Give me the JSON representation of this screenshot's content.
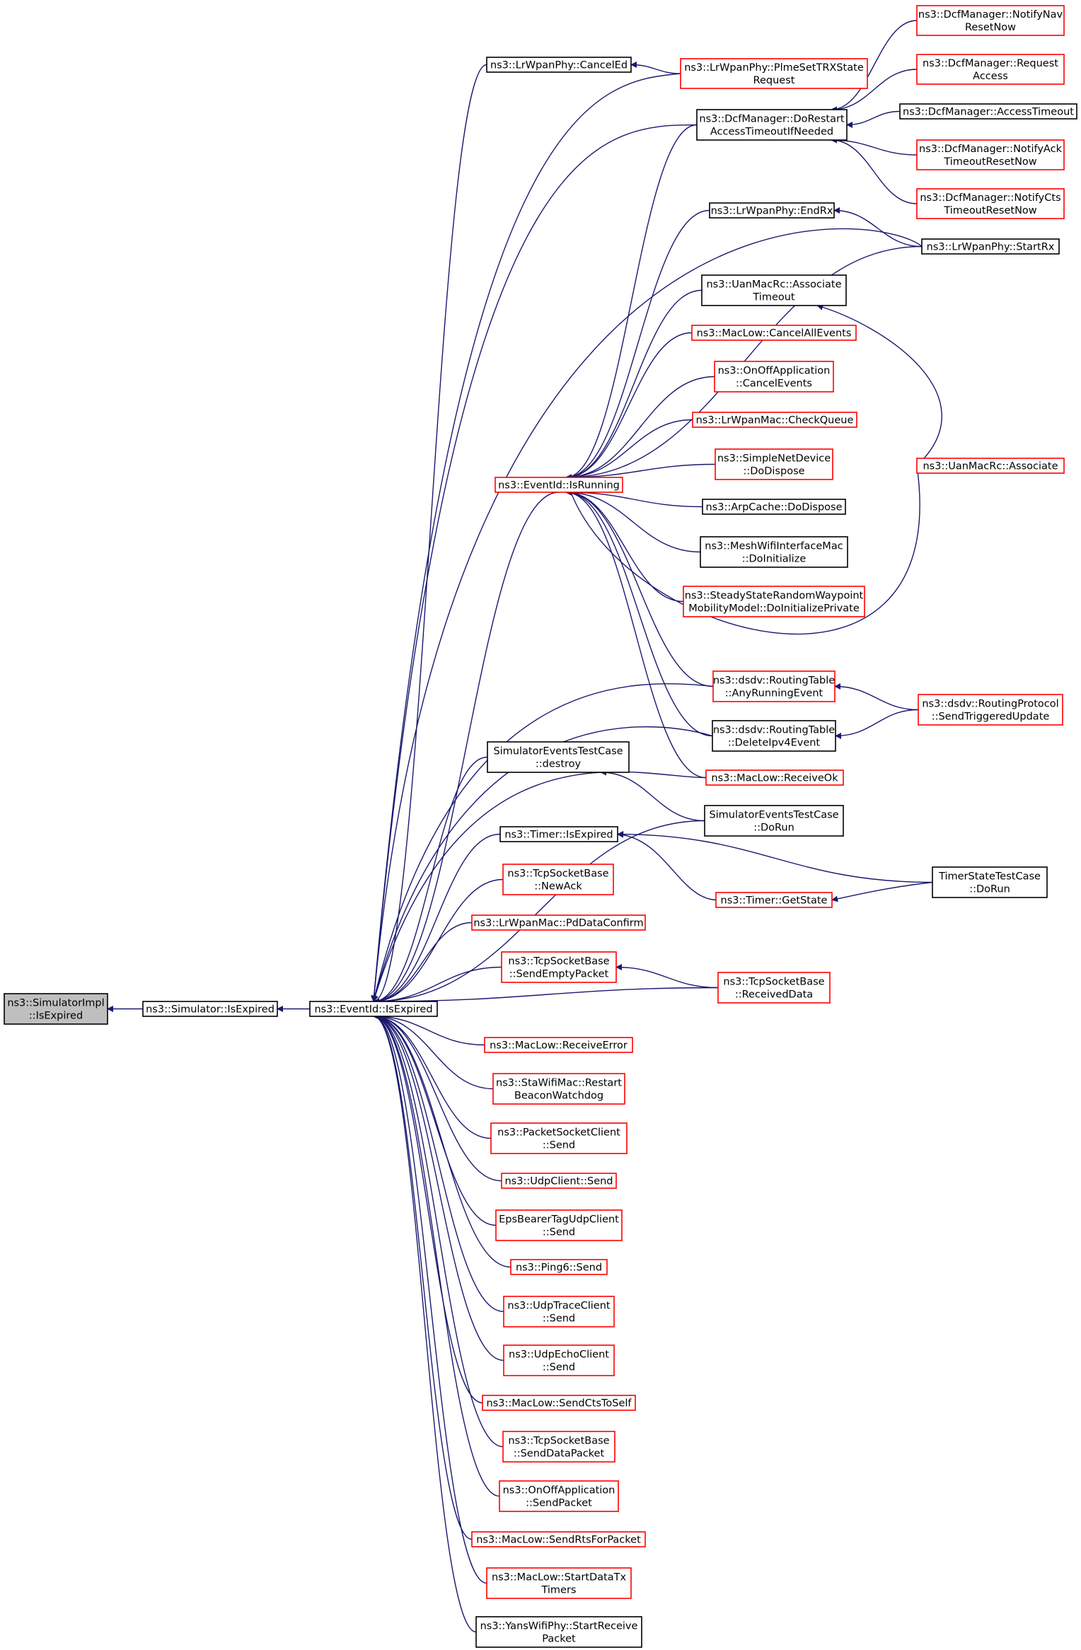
{
  "colors": {
    "edge": "#191970",
    "border_black": "#000000",
    "border_red": "#ff0000",
    "root_fill": "#bfbfbf",
    "node_fill": "#ffffff"
  },
  "nodes": [
    {
      "id": "root",
      "lines": [
        "ns3::SimulatorImpl",
        "::IsExpired"
      ],
      "style": "root"
    },
    {
      "id": "sim_isexpired",
      "lines": [
        "ns3::Simulator::IsExpired"
      ],
      "style": "black"
    },
    {
      "id": "eventid_isexpired",
      "lines": [
        "ns3::EventId::IsExpired"
      ],
      "style": "black"
    },
    {
      "id": "eventid_isrunning",
      "lines": [
        "ns3::EventId::IsRunning"
      ],
      "style": "red"
    },
    {
      "id": "lrwpan_canceled",
      "lines": [
        "ns3::LrWpanPhy::CancelEd"
      ],
      "style": "black"
    },
    {
      "id": "lrwpan_plmeset",
      "lines": [
        "ns3::LrWpanPhy::PlmeSetTRXState",
        "Request"
      ],
      "style": "red"
    },
    {
      "id": "dcf_dorestart",
      "lines": [
        "ns3::DcfManager::DoRestart",
        "AccessTimeoutIfNeeded"
      ],
      "style": "black"
    },
    {
      "id": "dcf_notifynav",
      "lines": [
        "ns3::DcfManager::NotifyNav",
        "ResetNow"
      ],
      "style": "red"
    },
    {
      "id": "dcf_request",
      "lines": [
        "ns3::DcfManager::Request",
        "Access"
      ],
      "style": "red"
    },
    {
      "id": "dcf_accesstimeout",
      "lines": [
        "ns3::DcfManager::AccessTimeout"
      ],
      "style": "black"
    },
    {
      "id": "dcf_notifyack",
      "lines": [
        "ns3::DcfManager::NotifyAck",
        "TimeoutResetNow"
      ],
      "style": "red"
    },
    {
      "id": "dcf_notifycts",
      "lines": [
        "ns3::DcfManager::NotifyCts",
        "TimeoutResetNow"
      ],
      "style": "red"
    },
    {
      "id": "lrwpan_endrx",
      "lines": [
        "ns3::LrWpanPhy::EndRx"
      ],
      "style": "black"
    },
    {
      "id": "lrwpan_startrx",
      "lines": [
        "ns3::LrWpanPhy::StartRx"
      ],
      "style": "black"
    },
    {
      "id": "uan_assoc_timeout",
      "lines": [
        "ns3::UanMacRc::Associate",
        "Timeout"
      ],
      "style": "black"
    },
    {
      "id": "maclow_cancelall",
      "lines": [
        "ns3::MacLow::CancelAllEvents"
      ],
      "style": "red"
    },
    {
      "id": "onoff_cancel",
      "lines": [
        "ns3::OnOffApplication",
        "::CancelEvents"
      ],
      "style": "red"
    },
    {
      "id": "lrwpanmac_checkqueue",
      "lines": [
        "ns3::LrWpanMac::CheckQueue"
      ],
      "style": "red"
    },
    {
      "id": "simplenet_dispose",
      "lines": [
        "ns3::SimpleNetDevice",
        "::DoDispose"
      ],
      "style": "red"
    },
    {
      "id": "arpcache_dispose",
      "lines": [
        "ns3::ArpCache::DoDispose"
      ],
      "style": "black"
    },
    {
      "id": "meshwifi_init",
      "lines": [
        "ns3::MeshWifiInterfaceMac",
        "::DoInitialize"
      ],
      "style": "black"
    },
    {
      "id": "steadystate",
      "lines": [
        "ns3::SteadyStateRandomWaypoint",
        "MobilityModel::DoInitializePrivate"
      ],
      "style": "red"
    },
    {
      "id": "uan_associate",
      "lines": [
        "ns3::UanMacRc::Associate"
      ],
      "style": "red"
    },
    {
      "id": "dsdv_anyrunning",
      "lines": [
        "ns3::dsdv::RoutingTable",
        "::AnyRunningEvent"
      ],
      "style": "red"
    },
    {
      "id": "dsdv_sendtriggered",
      "lines": [
        "ns3::dsdv::RoutingProtocol",
        "::SendTriggeredUpdate"
      ],
      "style": "red"
    },
    {
      "id": "dsdv_deleteipv4",
      "lines": [
        "ns3::dsdv::RoutingTable",
        "::DeleteIpv4Event"
      ],
      "style": "black"
    },
    {
      "id": "simtest_destroy",
      "lines": [
        "SimulatorEventsTestCase",
        "::destroy"
      ],
      "style": "black"
    },
    {
      "id": "maclow_receiveok",
      "lines": [
        "ns3::MacLow::ReceiveOk"
      ],
      "style": "red"
    },
    {
      "id": "simtest_dorun",
      "lines": [
        "SimulatorEventsTestCase",
        "::DoRun"
      ],
      "style": "black"
    },
    {
      "id": "timer_isexpired",
      "lines": [
        "ns3::Timer::IsExpired"
      ],
      "style": "black"
    },
    {
      "id": "timerstate_dorun",
      "lines": [
        "TimerStateTestCase",
        "::DoRun"
      ],
      "style": "black"
    },
    {
      "id": "timer_getstate",
      "lines": [
        "ns3::Timer::GetState"
      ],
      "style": "red"
    },
    {
      "id": "tcp_newack",
      "lines": [
        "ns3::TcpSocketBase",
        "::NewAck"
      ],
      "style": "red"
    },
    {
      "id": "lrwpanmac_pddata",
      "lines": [
        "ns3::LrWpanMac::PdDataConfirm"
      ],
      "style": "red"
    },
    {
      "id": "tcp_sendempty",
      "lines": [
        "ns3::TcpSocketBase",
        "::SendEmptyPacket"
      ],
      "style": "red"
    },
    {
      "id": "tcp_receiveddata",
      "lines": [
        "ns3::TcpSocketBase",
        "::ReceivedData"
      ],
      "style": "red"
    },
    {
      "id": "maclow_receiveerror",
      "lines": [
        "ns3::MacLow::ReceiveError"
      ],
      "style": "red"
    },
    {
      "id": "stawifi_restart",
      "lines": [
        "ns3::StaWifiMac::Restart",
        "BeaconWatchdog"
      ],
      "style": "red"
    },
    {
      "id": "packetsocket_send",
      "lines": [
        "ns3::PacketSocketClient",
        "::Send"
      ],
      "style": "red"
    },
    {
      "id": "udpclient_send",
      "lines": [
        "ns3::UdpClient::Send"
      ],
      "style": "red"
    },
    {
      "id": "epsbearer_send",
      "lines": [
        "EpsBearerTagUdpClient",
        "::Send"
      ],
      "style": "red"
    },
    {
      "id": "ping6_send",
      "lines": [
        "ns3::Ping6::Send"
      ],
      "style": "red"
    },
    {
      "id": "udptrace_send",
      "lines": [
        "ns3::UdpTraceClient",
        "::Send"
      ],
      "style": "red"
    },
    {
      "id": "udpecho_send",
      "lines": [
        "ns3::UdpEchoClient",
        "::Send"
      ],
      "style": "red"
    },
    {
      "id": "maclow_sendcts",
      "lines": [
        "ns3::MacLow::SendCtsToSelf"
      ],
      "style": "red"
    },
    {
      "id": "tcp_senddata",
      "lines": [
        "ns3::TcpSocketBase",
        "::SendDataPacket"
      ],
      "style": "red"
    },
    {
      "id": "onoff_sendpacket",
      "lines": [
        "ns3::OnOffApplication",
        "::SendPacket"
      ],
      "style": "red"
    },
    {
      "id": "maclow_sendrts",
      "lines": [
        "ns3::MacLow::SendRtsForPacket"
      ],
      "style": "red"
    },
    {
      "id": "maclow_startdatatx",
      "lines": [
        "ns3::MacLow::StartDataTx",
        "Timers"
      ],
      "style": "red"
    },
    {
      "id": "yanswifi_startreceive",
      "lines": [
        "ns3::YansWifiPhy::StartReceive",
        "Packet"
      ],
      "style": "black"
    }
  ],
  "edges": [
    {
      "from": "sim_isexpired",
      "to": "root"
    },
    {
      "from": "eventid_isexpired",
      "to": "sim_isexpired"
    },
    {
      "from": "eventid_isrunning",
      "to": "eventid_isexpired"
    },
    {
      "from": "lrwpan_canceled",
      "to": "eventid_isexpired"
    },
    {
      "from": "lrwpan_plmeset",
      "to": "eventid_isexpired"
    },
    {
      "from": "lrwpan_plmeset",
      "to": "lrwpan_canceled"
    },
    {
      "from": "dcf_dorestart",
      "to": "eventid_isexpired"
    },
    {
      "from": "dcf_dorestart",
      "to": "eventid_isrunning"
    },
    {
      "from": "dcf_notifynav",
      "to": "dcf_dorestart"
    },
    {
      "from": "dcf_request",
      "to": "dcf_dorestart"
    },
    {
      "from": "dcf_accesstimeout",
      "to": "dcf_dorestart"
    },
    {
      "from": "dcf_notifyack",
      "to": "dcf_dorestart"
    },
    {
      "from": "dcf_notifycts",
      "to": "dcf_dorestart"
    },
    {
      "from": "lrwpan_endrx",
      "to": "eventid_isrunning"
    },
    {
      "from": "lrwpan_startrx",
      "to": "lrwpan_endrx"
    },
    {
      "from": "lrwpan_startrx",
      "to": "eventid_isrunning"
    },
    {
      "from": "lrwpan_startrx",
      "to": "eventid_isexpired"
    },
    {
      "from": "uan_assoc_timeout",
      "to": "eventid_isrunning"
    },
    {
      "from": "maclow_cancelall",
      "to": "eventid_isrunning"
    },
    {
      "from": "onoff_cancel",
      "to": "eventid_isrunning"
    },
    {
      "from": "lrwpanmac_checkqueue",
      "to": "eventid_isrunning"
    },
    {
      "from": "simplenet_dispose",
      "to": "eventid_isrunning"
    },
    {
      "from": "arpcache_dispose",
      "to": "eventid_isrunning"
    },
    {
      "from": "meshwifi_init",
      "to": "eventid_isrunning"
    },
    {
      "from": "steadystate",
      "to": "eventid_isrunning"
    },
    {
      "from": "uan_associate",
      "to": "eventid_isrunning"
    },
    {
      "from": "uan_associate",
      "to": "uan_assoc_timeout"
    },
    {
      "from": "dsdv_anyrunning",
      "to": "eventid_isrunning"
    },
    {
      "from": "dsdv_anyrunning",
      "to": "eventid_isexpired"
    },
    {
      "from": "dsdv_sendtriggered",
      "to": "dsdv_anyrunning"
    },
    {
      "from": "dsdv_sendtriggered",
      "to": "dsdv_deleteipv4"
    },
    {
      "from": "dsdv_deleteipv4",
      "to": "eventid_isrunning"
    },
    {
      "from": "dsdv_deleteipv4",
      "to": "eventid_isexpired"
    },
    {
      "from": "maclow_receiveok",
      "to": "eventid_isrunning"
    },
    {
      "from": "maclow_receiveok",
      "to": "eventid_isexpired"
    },
    {
      "from": "simtest_destroy",
      "to": "eventid_isexpired"
    },
    {
      "from": "simtest_dorun",
      "to": "simtest_destroy"
    },
    {
      "from": "simtest_dorun",
      "to": "eventid_isexpired"
    },
    {
      "from": "timer_isexpired",
      "to": "eventid_isexpired"
    },
    {
      "from": "timerstate_dorun",
      "to": "timer_isexpired"
    },
    {
      "from": "timerstate_dorun",
      "to": "timer_getstate"
    },
    {
      "from": "timer_getstate",
      "to": "timer_isexpired"
    },
    {
      "from": "tcp_newack",
      "to": "eventid_isexpired"
    },
    {
      "from": "lrwpanmac_pddata",
      "to": "eventid_isexpired"
    },
    {
      "from": "tcp_sendempty",
      "to": "eventid_isexpired"
    },
    {
      "from": "tcp_receiveddata",
      "to": "tcp_sendempty"
    },
    {
      "from": "tcp_receiveddata",
      "to": "eventid_isexpired"
    },
    {
      "from": "maclow_receiveerror",
      "to": "eventid_isexpired"
    },
    {
      "from": "stawifi_restart",
      "to": "eventid_isexpired"
    },
    {
      "from": "packetsocket_send",
      "to": "eventid_isexpired"
    },
    {
      "from": "udpclient_send",
      "to": "eventid_isexpired"
    },
    {
      "from": "epsbearer_send",
      "to": "eventid_isexpired"
    },
    {
      "from": "ping6_send",
      "to": "eventid_isexpired"
    },
    {
      "from": "udptrace_send",
      "to": "eventid_isexpired"
    },
    {
      "from": "udpecho_send",
      "to": "eventid_isexpired"
    },
    {
      "from": "maclow_sendcts",
      "to": "eventid_isexpired"
    },
    {
      "from": "tcp_senddata",
      "to": "eventid_isexpired"
    },
    {
      "from": "onoff_sendpacket",
      "to": "eventid_isexpired"
    },
    {
      "from": "maclow_sendrts",
      "to": "eventid_isexpired"
    },
    {
      "from": "maclow_startdatatx",
      "to": "eventid_isexpired"
    },
    {
      "from": "yanswifi_startreceive",
      "to": "eventid_isexpired"
    }
  ]
}
